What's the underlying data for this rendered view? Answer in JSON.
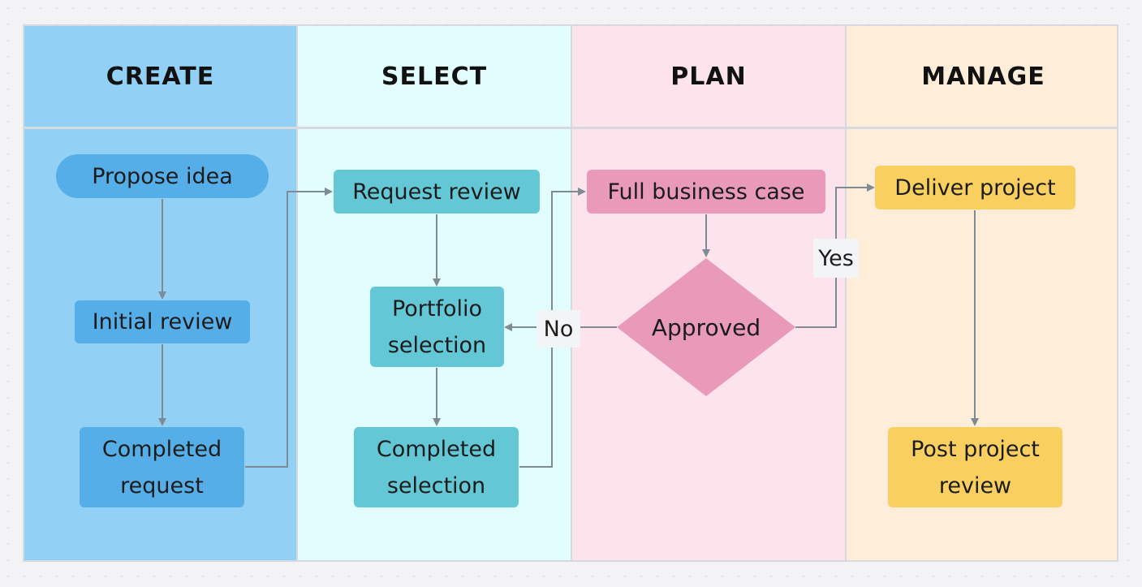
{
  "lanes": [
    {
      "title": "CREATE",
      "color": "#93d0f6"
    },
    {
      "title": "SELECT",
      "color": "#e1fdfe"
    },
    {
      "title": "PLAN",
      "color": "#fde4ec"
    },
    {
      "title": "MANAGE",
      "color": "#fdedd9"
    }
  ],
  "nodes": {
    "propose_idea": "Propose idea",
    "initial_review": "Initial review",
    "completed_request": "Completed\nrequest",
    "request_review": "Request review",
    "portfolio_selection": "Portfolio\nselection",
    "completed_selection": "Completed\nselection",
    "full_business_case": "Full business case",
    "approved": "Approved",
    "deliver_project": "Deliver project",
    "post_project_review": "Post project\nreview"
  },
  "edge_labels": {
    "no": "No",
    "yes": "Yes"
  },
  "colors": {
    "create_node": "#55aee8",
    "select_node": "#63c7d6",
    "plan_node": "#e89ab8",
    "manage_node": "#f9d060",
    "connector": "#7f8b94"
  }
}
